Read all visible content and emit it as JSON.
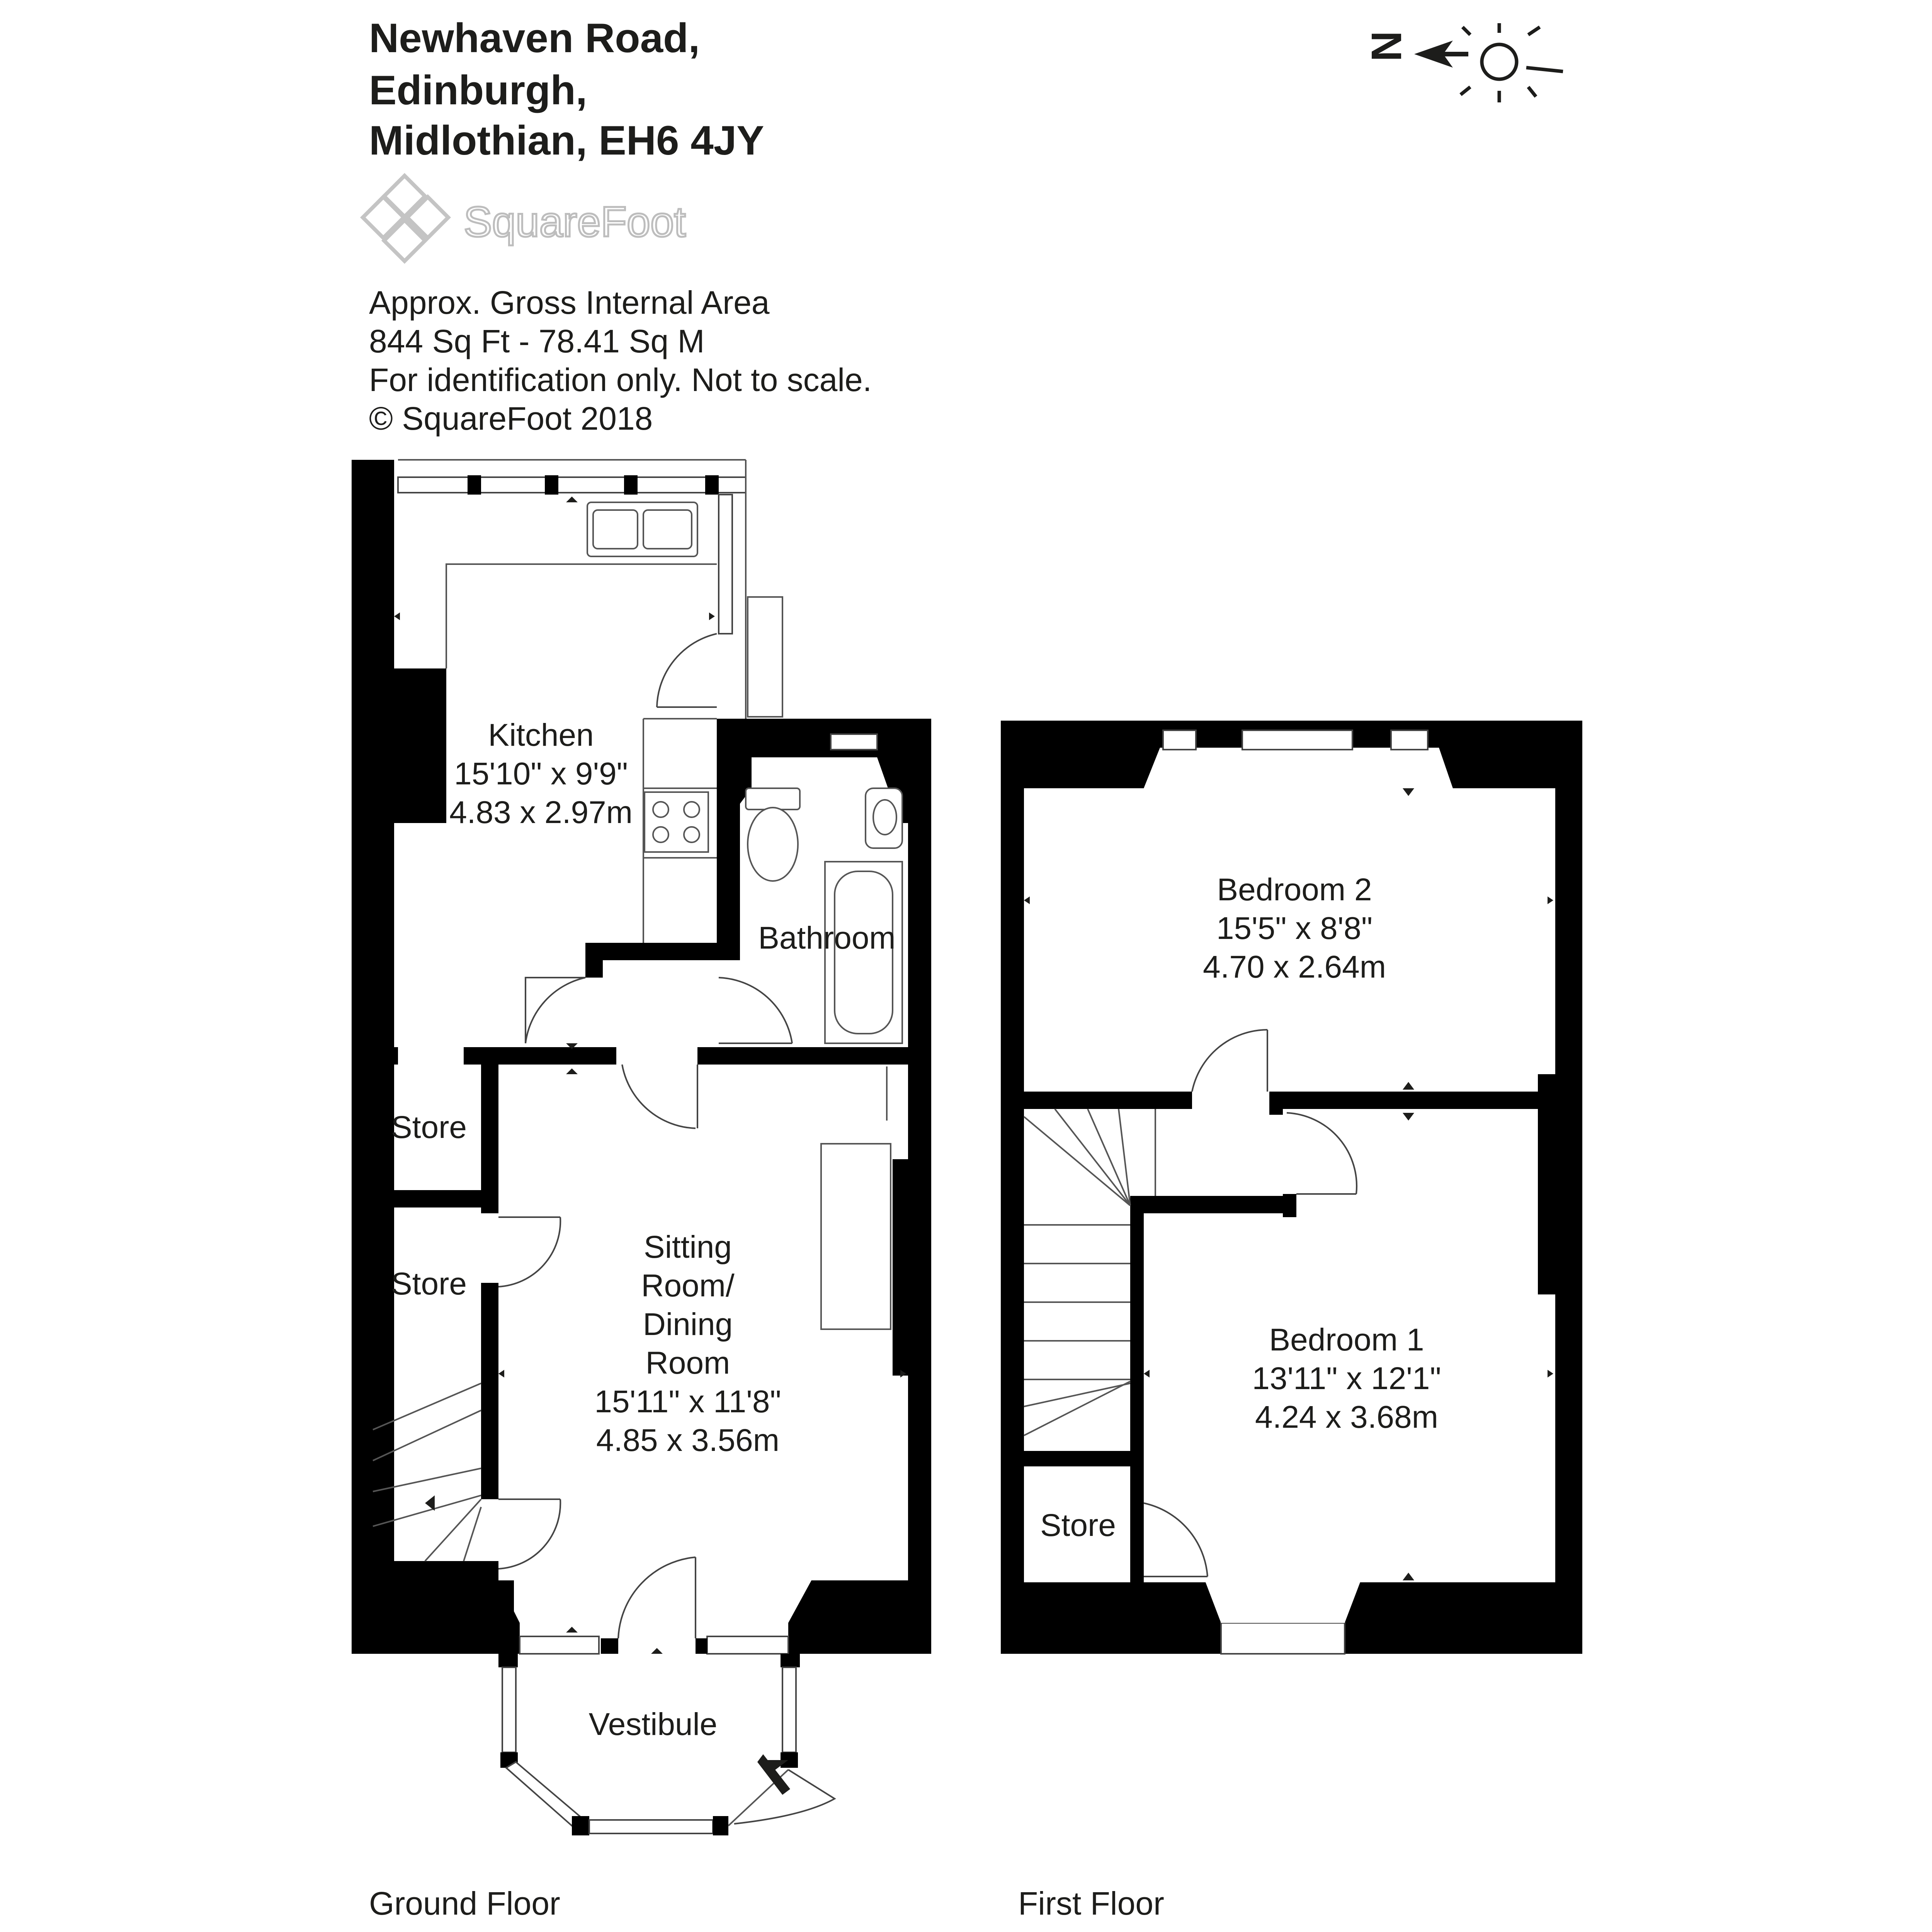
{
  "address": {
    "lines": [
      "Newhaven Road,",
      "Edinburgh,",
      "Midlothian, EH6 4JY"
    ]
  },
  "logo": {
    "text": "SquareFoot",
    "icon": "squarefoot-logo-icon"
  },
  "area_info": {
    "lines": [
      "Approx. Gross Internal Area",
      "844 Sq Ft  -  78.41 Sq M",
      "For identification only. Not to scale.",
      "© SquareFoot 2018"
    ]
  },
  "compass": {
    "letter": "N",
    "icon": "compass-sun-icon"
  },
  "rooms": {
    "kitchen": {
      "name": "Kitchen",
      "imperial": "15'10\" x 9'9\"",
      "metric": "4.83 x 2.97m"
    },
    "bathroom": {
      "name": "Bathroom"
    },
    "store_1": {
      "name": "Store"
    },
    "store_2": {
      "name": "Store"
    },
    "sitting": {
      "name_lines": [
        "Sitting",
        "Room/",
        "Dining",
        "Room"
      ],
      "imperial": "15'11\" x 11'8\"",
      "metric": "4.85 x 3.56m"
    },
    "vestibule": {
      "name": "Vestibule"
    },
    "bedroom_2": {
      "name": "Bedroom 2",
      "imperial": "15'5\" x 8'8\"",
      "metric": "4.70 x 2.64m"
    },
    "bedroom_1": {
      "name": "Bedroom 1",
      "imperial": "13'11\" x 12'1\"",
      "metric": "4.24 x 3.68m"
    },
    "store_3": {
      "name": "Store"
    }
  },
  "floors": {
    "ground": "Ground Floor",
    "first": "First Floor"
  }
}
